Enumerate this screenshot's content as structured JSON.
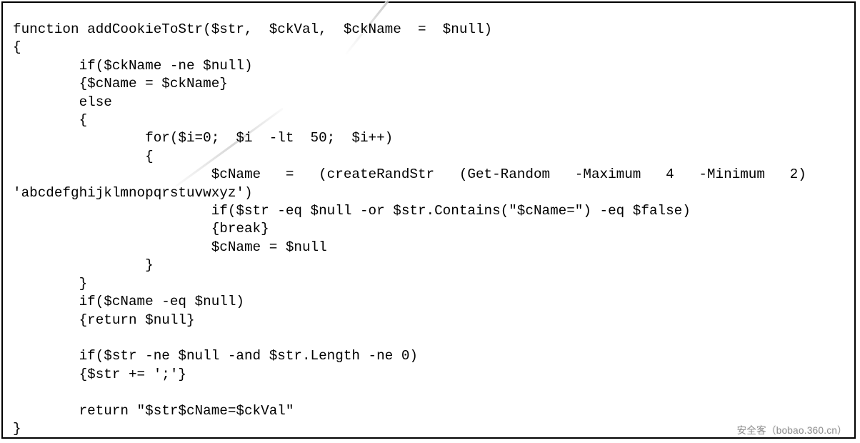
{
  "code_block": {
    "language": "powershell",
    "lines": [
      "function addCookieToStr($str,  $ckVal,  $ckName  =  $null)",
      "{",
      "        if($ckName -ne $null)",
      "        {$cName = $ckName}",
      "        else",
      "        {",
      "                for($i=0;  $i  -lt  50;  $i++)",
      "                {",
      "                        $cName   =   (createRandStr   (Get-Random   -Maximum   4   -Minimum   2)",
      "'abcdefghijklmnopqrstuvwxyz')",
      "                        if($str -eq $null -or $str.Contains(\"$cName=\") -eq $false)",
      "                        {break}",
      "                        $cName = $null",
      "                }",
      "        }",
      "        if($cName -eq $null)",
      "        {return $null}",
      "",
      "        if($str -ne $null -and $str.Length -ne 0)",
      "        {$str += ';'}",
      "",
      "        return \"$str$cName=$ckVal\"",
      "}"
    ]
  },
  "watermark": {
    "site_credit": "安全客（bobao.360.cn）"
  },
  "colors": {
    "background": "#ffffff",
    "border": "#000000",
    "code_text": "#000000",
    "watermark_text": "#8c8c8c",
    "streak_gray": "#c8c8c8"
  }
}
